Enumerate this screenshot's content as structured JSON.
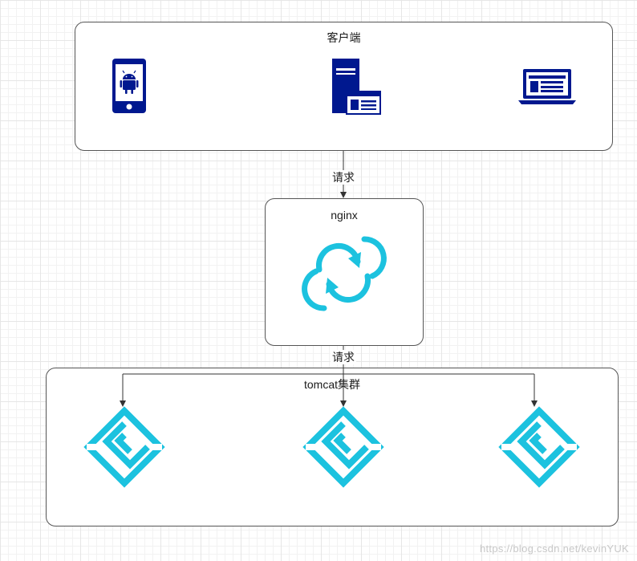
{
  "diagram": {
    "client": {
      "title": "客户端"
    },
    "edge_client_nginx": {
      "label": "请求"
    },
    "nginx": {
      "title": "nginx"
    },
    "edge_nginx_tomcat": {
      "label": "请求"
    },
    "tomcat": {
      "title": "tomcat集群"
    }
  },
  "watermark": "https://blog.csdn.net/kevinYUK",
  "colors": {
    "device_blue": "#00188f",
    "cyan": "#1cc2df",
    "border": "#555555",
    "arrow": "#333333"
  },
  "icons": {
    "client": [
      "android-phone-icon",
      "server-icon",
      "laptop-icon"
    ],
    "nginx": [
      "sync-cloud-icon"
    ],
    "tomcat": [
      "tomcat-node-icon",
      "tomcat-node-icon",
      "tomcat-node-icon"
    ]
  }
}
